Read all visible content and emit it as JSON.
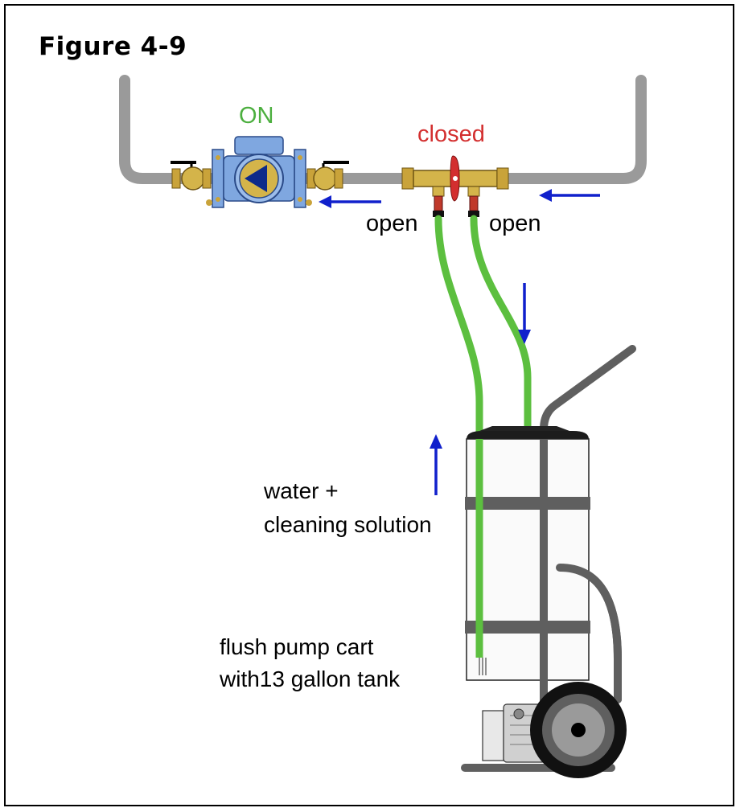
{
  "figure": {
    "title": "Figure 4-9"
  },
  "pump": {
    "status": "ON"
  },
  "valves": {
    "center_state": "closed",
    "left_port_state": "open",
    "right_port_state": "open"
  },
  "labels": {
    "solution_line1": "water +",
    "solution_line2": "cleaning solution",
    "cart_line1": "flush pump cart",
    "cart_line2": "with13 gallon tank"
  },
  "colors": {
    "pipe": "#9a9a9a",
    "hose": "#5cbf3f",
    "arrow": "#1020cc",
    "brass": "#d4b44a",
    "pump_body": "#7fa7e0",
    "on_text": "#4caf3f",
    "closed_text": "#d32f2f"
  },
  "icons": {
    "pump": "circulator-pump-icon",
    "valve": "ball-valve-icon",
    "flow_arrow": "flow-arrow-icon",
    "cart": "hand-truck-icon",
    "tank": "tank-icon",
    "motor": "motor-pump-icon"
  }
}
